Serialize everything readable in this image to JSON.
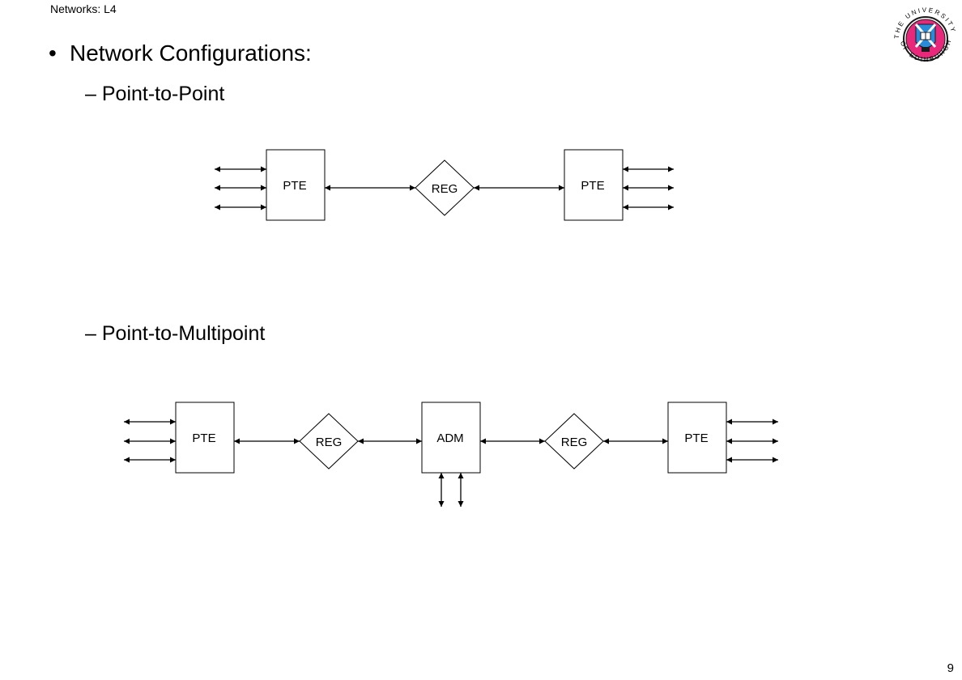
{
  "header": {
    "title": "Networks: L4"
  },
  "slide": {
    "bullet": "Network Configurations:",
    "bullet_marker": "•",
    "sub_items": [
      {
        "dash": "–",
        "label": "Point-to-Point"
      },
      {
        "dash": "–",
        "label": "Point-to-Multipoint"
      }
    ]
  },
  "diagrams": {
    "point_to_point": {
      "pte_left": "PTE",
      "reg": "REG",
      "pte_right": "PTE"
    },
    "point_to_multipoint": {
      "pte_left": "PTE",
      "reg_left": "REG",
      "adm": "ADM",
      "reg_right": "REG",
      "pte_right": "PTE"
    }
  },
  "logo": {
    "top_text": "THE UNIVERSITY",
    "bottom_text": "OF EDINBURGH",
    "colors": {
      "ring": "#1a1a1a",
      "fill": "#e8287a",
      "saltire": "#2a8bd8"
    }
  },
  "footer": {
    "page_number": "9"
  }
}
